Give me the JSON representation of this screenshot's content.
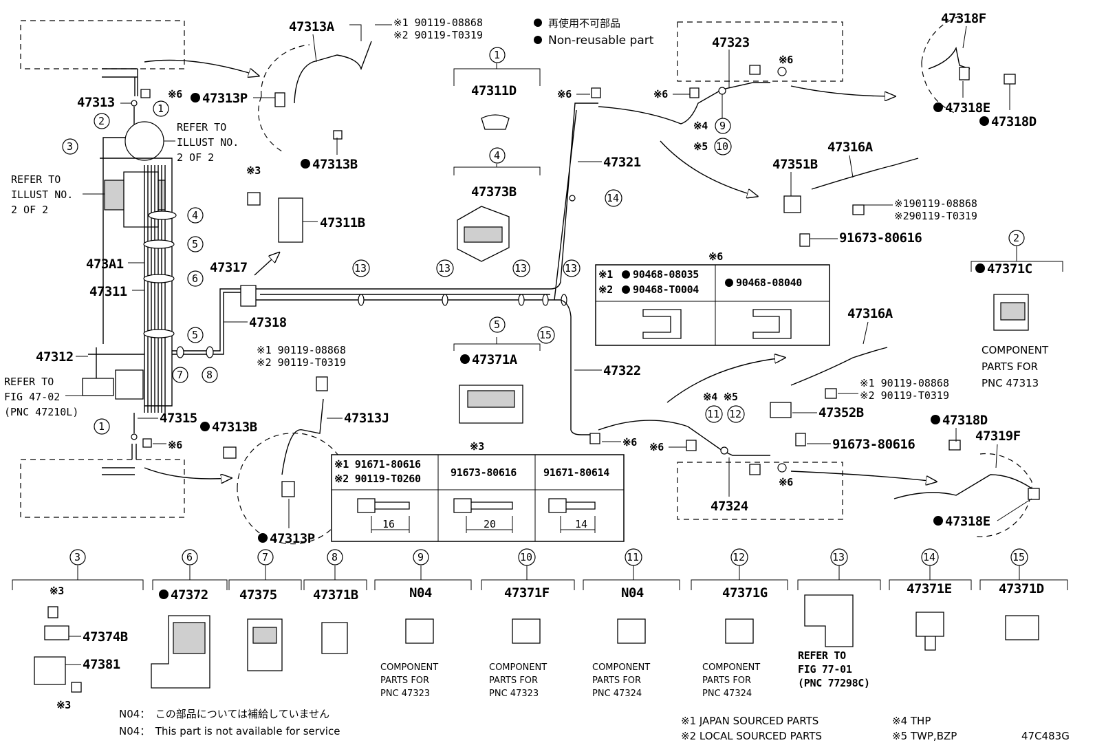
{
  "legend": {
    "non_reusable_jp": "再使用不可部品",
    "non_reusable_en": "Non-reusable part"
  },
  "parts": {
    "p47313A": "47313A",
    "p90119_08868_a": "※1 90119-08868",
    "p90119_T0319_a": "※2 90119-T0319",
    "p47313": "47313",
    "p47313P_top": "47313P",
    "p47313B_top": "47313B",
    "refer_top_1": "REFER TO",
    "refer_top_2": "ILLUST NO.",
    "refer_top_3": "2 OF 2",
    "refer_left_1": "REFER TO",
    "refer_left_2": "ILLUST NO.",
    "refer_left_3": "2 OF 2",
    "p47311B": "47311B",
    "p47317": "47317",
    "p473A1": "473A1",
    "p47311": "47311",
    "p47318": "47318",
    "p47312": "47312",
    "refer_fig_1": "REFER TO",
    "refer_fig_2": "FIG 47-02",
    "refer_fig_3": "(PNC 47210L)",
    "p47315": "47315",
    "p47313B_bot": "47313B",
    "p47313J": "47313J",
    "p47313P_bot": "47313P",
    "p90119_08868_b": "※1 90119-08868",
    "p90119_T0319_b": "※2 90119-T0319",
    "s6": "※6",
    "s3": "※3",
    "p47311D": "47311D",
    "p47373B": "47373B",
    "p47371A": "47371A",
    "p47321": "47321",
    "p47322": "47322",
    "p47323": "47323",
    "p47324": "47324",
    "s4": "※4",
    "s5": "※5",
    "s4s5": "※4 ※5",
    "p47318F": "47318F",
    "p47318E_top": "47318E",
    "p47318D_top": "47318D",
    "p47316A_top": "47316A",
    "p47351B": "47351B",
    "p90119_08868_c": "※190119-08868",
    "p90119_T0319_c": "※290119-T0319",
    "p91673_80616_a": "91673-80616",
    "p47371C": "47371C",
    "comp_47313_1": "COMPONENT",
    "comp_47313_2": "PARTS FOR",
    "comp_47313_3": "PNC 47313",
    "p47316A_bot": "47316A",
    "p90119_08868_d": "※1 90119-08868",
    "p90119_T0319_d": "※2 90119-T0319",
    "p47352B": "47352B",
    "p91673_80616_b": "91673-80616",
    "p47318D_bot": "47318D",
    "p47319F": "47319F",
    "p47318E_bot": "47318E"
  },
  "table6": {
    "mark": "※6",
    "r1": "※1",
    "r1_part": "90468-08035",
    "r2": "※2",
    "r2_part": "90468-T0004",
    "c2_part": "90468-08040"
  },
  "table3": {
    "mark": "※3",
    "c1_l1": "※1 91671-80616",
    "c1_l2": "※2 90119-T0260",
    "c2": "91673-80616",
    "c3": "91671-80614",
    "len1": "16",
    "len2": "20",
    "len3": "14"
  },
  "bottom": {
    "n3": "3",
    "p47374B": "47374B",
    "p47381": "47381",
    "s3a": "※3",
    "s3b": "※3",
    "n6": "6",
    "p47372": "47372",
    "n7": "7",
    "p47375": "47375",
    "n8": "8",
    "p47371B": "47371B",
    "n9": "9",
    "n9_label": "N04",
    "n9_c1": "COMPONENT",
    "n9_c2": "PARTS FOR",
    "n9_c3": "PNC 47323",
    "n10": "10",
    "p47371F": "47371F",
    "n10_c1": "COMPONENT",
    "n10_c2": "PARTS FOR",
    "n10_c3": "PNC 47323",
    "n11": "11",
    "n11_label": "N04",
    "n11_c1": "COMPONENT",
    "n11_c2": "PARTS FOR",
    "n11_c3": "PNC 47324",
    "n12": "12",
    "p47371G": "47371G",
    "n12_c1": "COMPONENT",
    "n12_c2": "PARTS FOR",
    "n12_c3": "PNC 47324",
    "n13": "13",
    "n13_r1": "REFER TO",
    "n13_r2": "FIG 77-01",
    "n13_r3": "(PNC 77298C)",
    "n14": "14",
    "p47371E": "47371E",
    "n15": "15",
    "p47371D": "47371D"
  },
  "notes": {
    "n04_jp": "N04：　この部品については補給していません",
    "n04_en": "N04：　This part is not available for service",
    "note1": "※1 JAPAN SOURCED PARTS",
    "note2": "※2 LOCAL SOURCED PARTS",
    "note4": "※4 THP",
    "note5": "※5 TWP,BZP",
    "code": "47C483G"
  },
  "callouts": [
    "1",
    "2",
    "3",
    "4",
    "5",
    "6",
    "7",
    "8",
    "9",
    "10",
    "11",
    "12",
    "13",
    "14",
    "15"
  ]
}
